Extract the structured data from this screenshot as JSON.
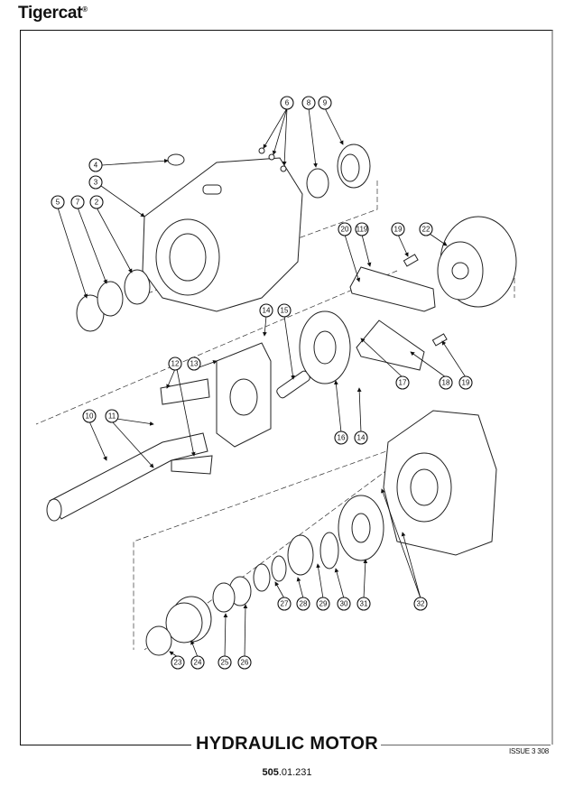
{
  "brand": {
    "name": "Tigercat",
    "mark": "®"
  },
  "title": "HYDRAULIC MOTOR",
  "issue": "ISSUE 3 308",
  "page_number": {
    "section": "505",
    "rest": ".01.231"
  },
  "callouts": {
    "c2": "2",
    "c3": "3",
    "c4": "4",
    "c5": "5",
    "c6": "6",
    "c7": "7",
    "c8": "8",
    "c9": "9",
    "c10": "10",
    "c11": "11",
    "c12": "12",
    "c13": "13",
    "c14a": "14",
    "c14b": "14",
    "c15": "15",
    "c16": "16",
    "c17": "17",
    "c18": "18",
    "c19a": "19",
    "c19b": "19",
    "c20": "20",
    "c119": "119",
    "c22": "22",
    "c23": "23",
    "c24": "24",
    "c25": "25",
    "c26": "26",
    "c27": "27",
    "c28": "28",
    "c29": "29",
    "c30": "30",
    "c31": "31",
    "c32": "32"
  }
}
